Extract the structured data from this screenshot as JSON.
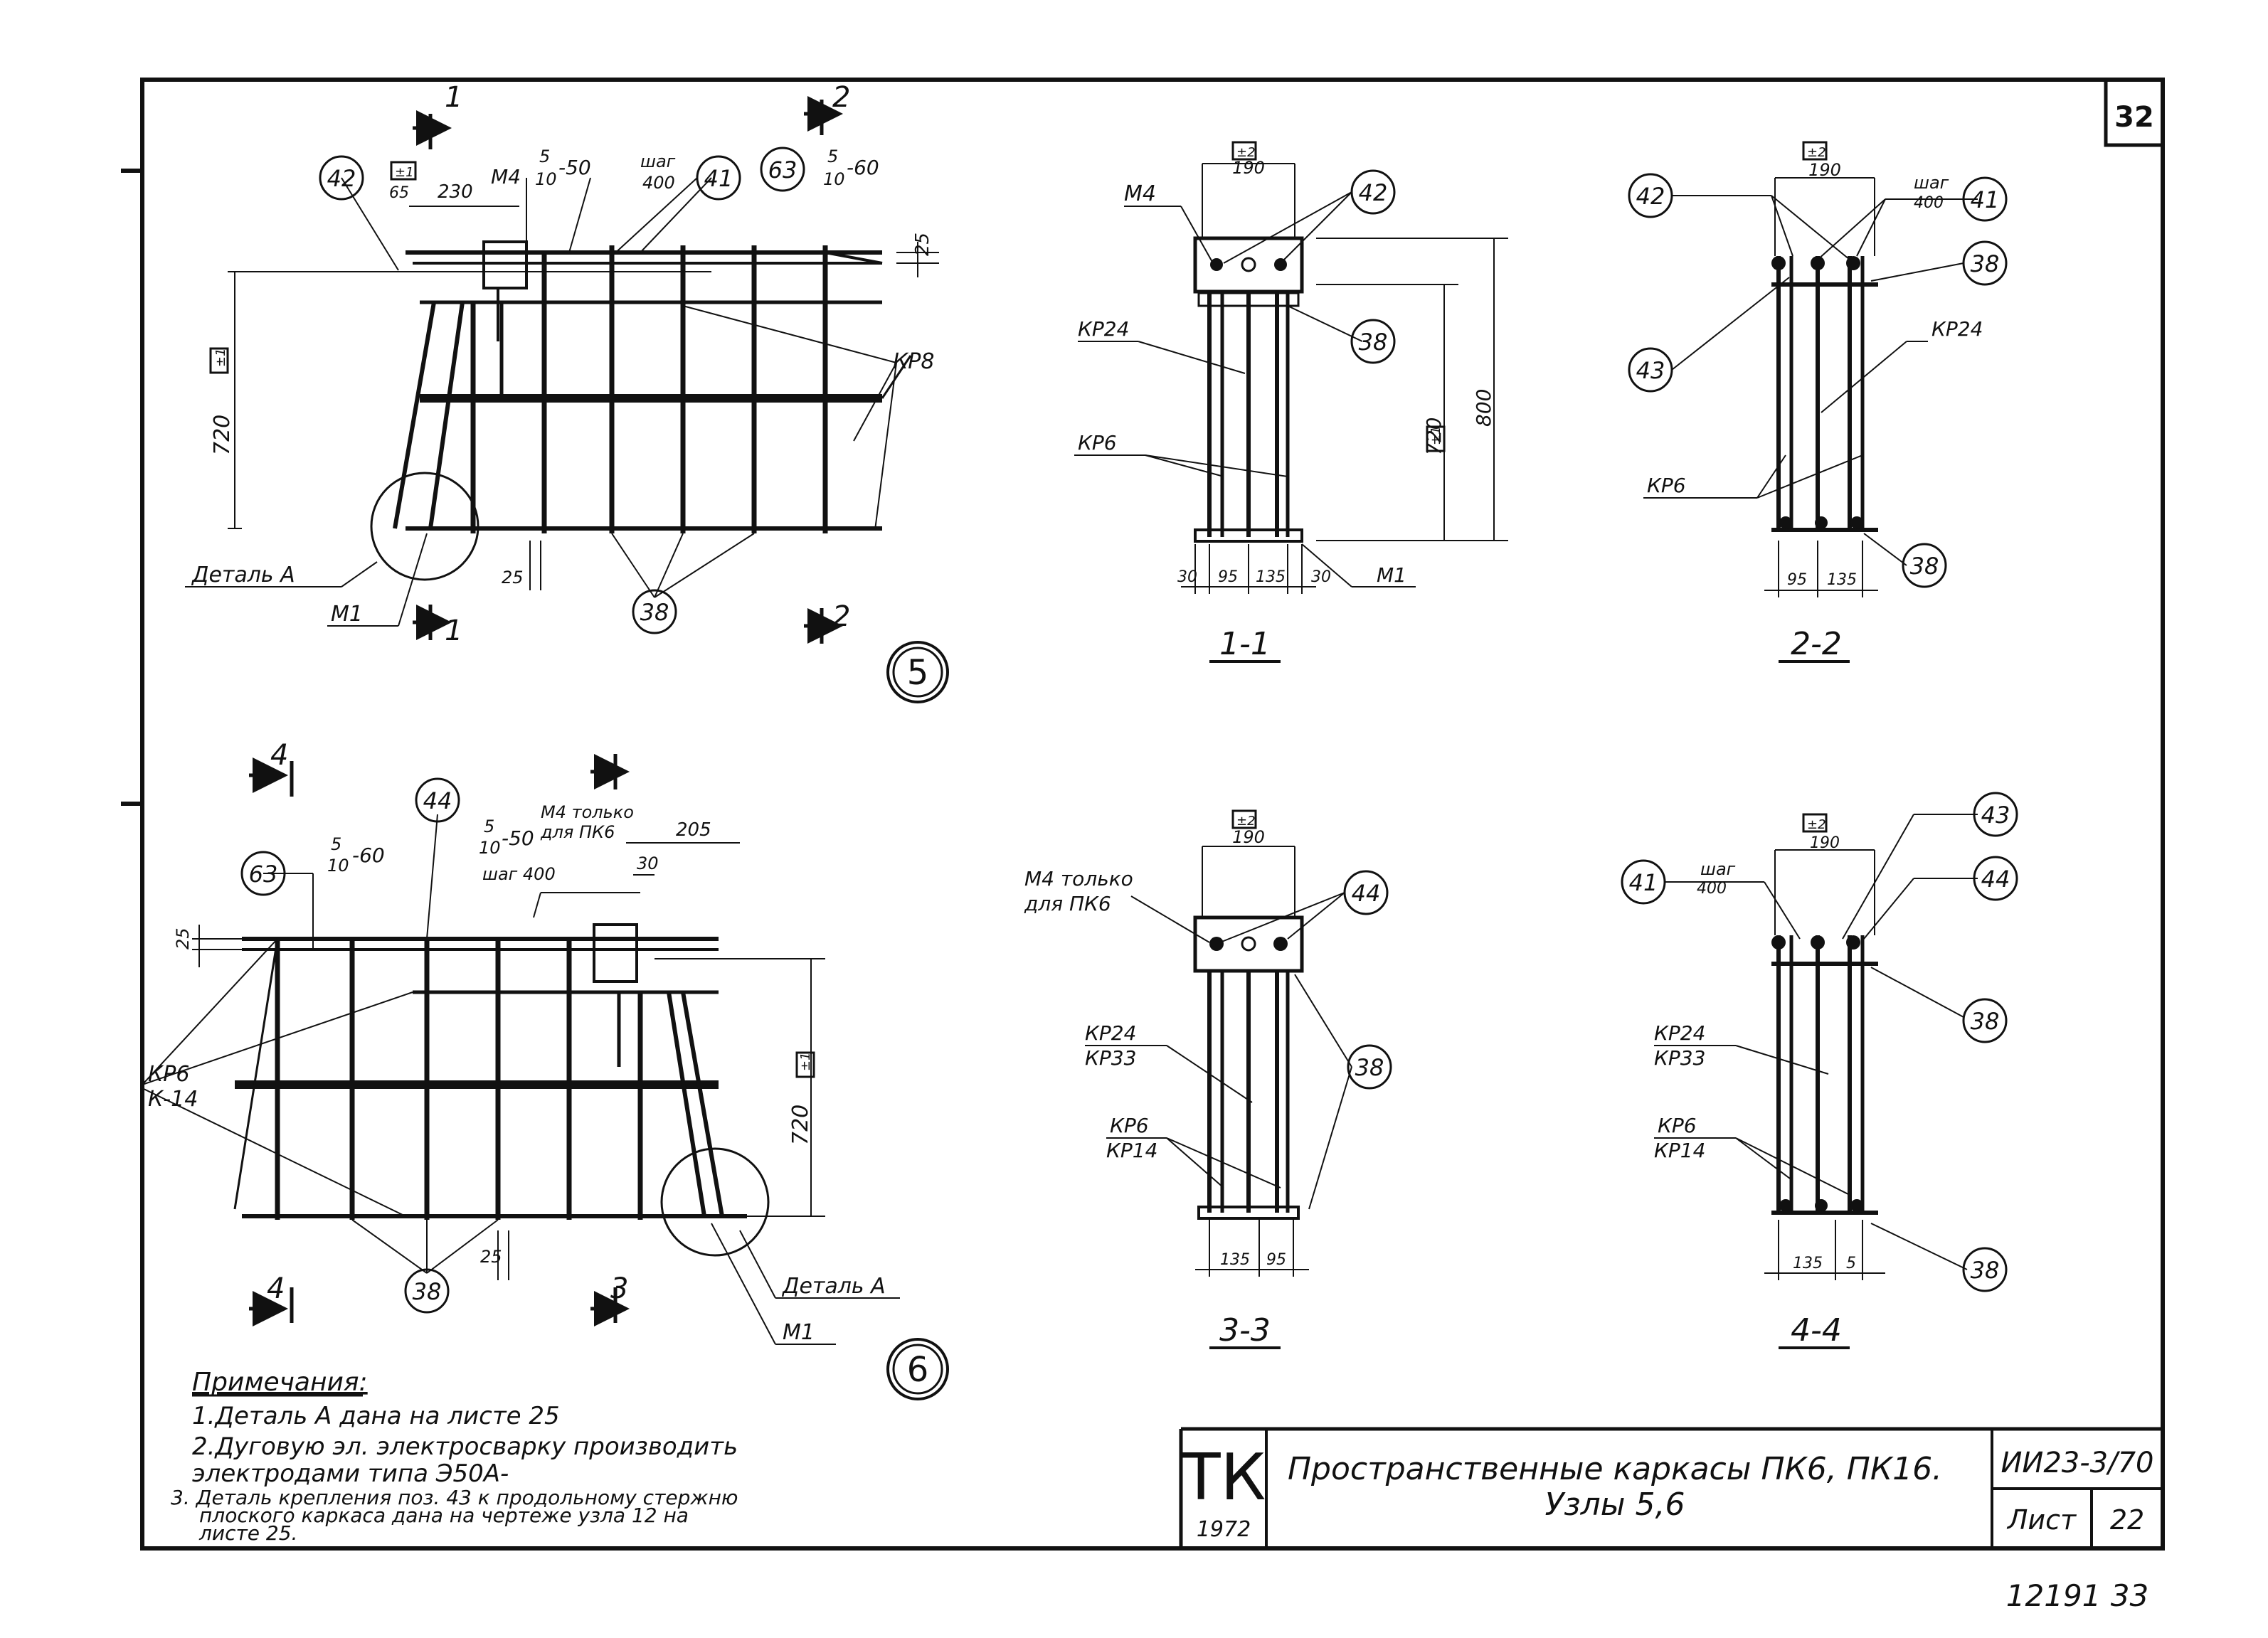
{
  "sheet": {
    "corner_number": "32",
    "stamp_tk": "ТК",
    "stamp_year": "1972",
    "title_line1": "Пространственные каркасы ПК6, ПК16.",
    "title_line2": "Узлы 5,6",
    "doc_code": "ИИ23-3/70",
    "sheet_label": "Лист",
    "sheet_number": "22",
    "archive_number": "12191   33"
  },
  "node5": {
    "node_number": "5",
    "section_mark_1": "1",
    "section_mark_2": "2",
    "pos42": "42",
    "pos41": "41",
    "pos63": "63",
    "pos38": "38",
    "dim_65": "65",
    "dim_230": "230",
    "label_m4": "М4",
    "weld_a_top": "5",
    "weld_a_bottom": "10",
    "weld_a_len": "-50",
    "weld_b_top": "5",
    "weld_b_bottom": "10",
    "weld_b_len": "-60",
    "step_label": "шаг",
    "step_value": "400",
    "dim_25_top": "25",
    "dim_720": "720",
    "tol_box": "±1",
    "label_kr8": "КР8",
    "label_detail_a": "Деталь А",
    "label_m1": "М1",
    "dim_25_bottom": "25"
  },
  "node6": {
    "node_number": "6",
    "section_mark_4": "4",
    "section_mark_3": "3",
    "pos63": "63",
    "pos44": "44",
    "pos38": "38",
    "weld_a_top": "5",
    "weld_a_bottom": "10",
    "weld_a_len": "-60",
    "weld_b_top": "5",
    "weld_b_bottom": "10",
    "weld_b_len": "-50",
    "step_label": "шаг 400",
    "m4_note_1": "М4 только",
    "m4_note_2": "для ПК6",
    "dim_205": "205",
    "dim_30": "30",
    "dim_25_left": "25",
    "dim_720": "720",
    "tol_box": "±1",
    "label_kr6": "КР6",
    "label_k14": "К-14",
    "label_detail_a": "Деталь А",
    "label_m1": "М1",
    "dim_25_bottom": "25"
  },
  "sec11": {
    "caption": "1-1",
    "tol": "±2",
    "dim_190": "190",
    "label_m4": "М4",
    "pos42": "42",
    "pos38": "38",
    "label_kr24": "КР24",
    "label_kr6": "КР6",
    "dim_720": "720",
    "tol_box": "±1",
    "dim_800": "800",
    "dim_30a": "30",
    "dim_95": "95",
    "dim_135": "135",
    "dim_30b": "30",
    "label_m1": "М1"
  },
  "sec22": {
    "caption": "2-2",
    "tol": "±2",
    "dim_190": "190",
    "pos42": "42",
    "step": "шаг",
    "step_value": "400",
    "pos41": "41",
    "pos38a": "38",
    "pos43": "43",
    "label_kr24": "КР24",
    "label_kr6": "КР6",
    "pos38b": "38",
    "dim_95": "95",
    "dim_135": "135"
  },
  "sec33": {
    "caption": "3-3",
    "tol": "±2",
    "dim_190": "190",
    "m4_note_1": "М4 только",
    "m4_note_2": "для ПК6",
    "pos44": "44",
    "label_kr24": "КР24",
    "label_kr33": "КР33",
    "pos38": "38",
    "label_kr6": "КР6",
    "label_kr14": "КР14",
    "dim_135": "135",
    "dim_95": "95"
  },
  "sec44": {
    "caption": "4-4",
    "tol": "±2",
    "dim_190": "190",
    "pos41": "41",
    "step": "шаг",
    "step_value": "400",
    "pos43": "43",
    "pos44": "44",
    "pos38a": "38",
    "label_kr24": "КР24",
    "label_kr33": "КР33",
    "label_kr6": "КР6",
    "label_kr14": "КР14",
    "pos38b": "38",
    "dim_135": "135",
    "dim_5": "5"
  },
  "notes": {
    "heading": "Примечания:",
    "line1": "1.Деталь А дана на листе 25",
    "line2": "2.Дуговую эл. электросварку производить",
    "line3": "электродами типа Э50А-",
    "line4": "3. Деталь крепления поз. 43 к продольному стержню",
    "line5": "плоского каркаса дана на чертеже узла 12 на",
    "line6": "листе 25."
  }
}
